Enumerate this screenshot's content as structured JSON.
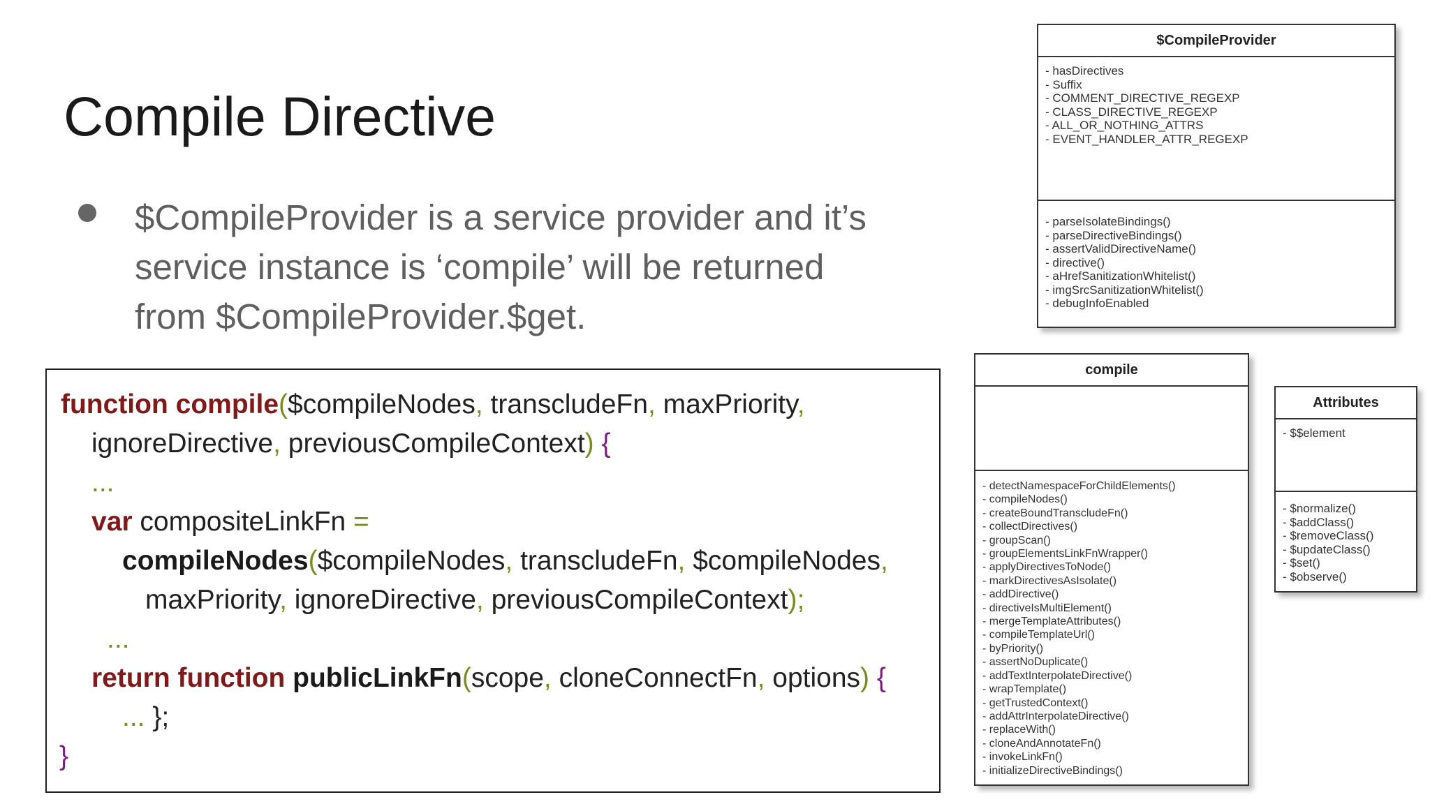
{
  "slide": {
    "title": "Compile Directive",
    "bullet_lines": [
      "$CompileProvider is a service provider and it’s",
      "service instance is ‘compile’ will be returned",
      "from $CompileProvider.$get."
    ]
  },
  "code": {
    "line1": {
      "kw": "function",
      "sp": " ",
      "fn": "compile",
      "p1": "(",
      "a1": "$compileNodes",
      "c1": ", ",
      "a2": "transcludeFn",
      "c2": ", ",
      "a3": "maxPriority",
      "c3": ","
    },
    "line2": {
      "a1": "ignoreDirective",
      "c1": ", ",
      "a2": "previousCompileContext",
      "p1": ")",
      "sp": " ",
      "b1": "{"
    },
    "line3": {
      "dots": "..."
    },
    "line4": {
      "kw": "var",
      "sp": " ",
      "name": "compositeLinkFn",
      "eq": " ="
    },
    "line5": {
      "fn": "compileNodes",
      "p1": "(",
      "a1": "$compileNodes",
      "c1": ", ",
      "a2": "transcludeFn",
      "c2": ", ",
      "a3": "$compileNodes",
      "c3": ","
    },
    "line6": {
      "a1": "maxPriority",
      "c1": ", ",
      "a2": "ignoreDirective",
      "c2": ", ",
      "a3": "previousCompileContext",
      "p1": ");"
    },
    "line7": {
      "dots": "..."
    },
    "line8": {
      "kw": "return function",
      "sp": " ",
      "fn": "publicLinkFn",
      "p1": "(",
      "a1": "scope",
      "c1": ", ",
      "a2": "cloneConnectFn",
      "c2": ", ",
      "a3": "options",
      "p2": ")",
      "sp2": " ",
      "b1": "{"
    },
    "line9": {
      "dots": "... ",
      "rest": "};"
    },
    "line10": {
      "b1": "}"
    }
  },
  "uml": {
    "compile_provider": {
      "name": "$CompileProvider",
      "attributes": [
        "- hasDirectives",
        "- Suffix",
        "- COMMENT_DIRECTIVE_REGEXP",
        "- CLASS_DIRECTIVE_REGEXP",
        "- ALL_OR_NOTHING_ATTRS",
        "- EVENT_HANDLER_ATTR_REGEXP"
      ],
      "methods": [
        "- parseIsolateBindings()",
        "- parseDirectiveBindings()",
        "- assertValidDirectiveName()",
        "- directive()",
        "- aHrefSanitizationWhitelist()",
        "- imgSrcSanitizationWhitelist()",
        "- debugInfoEnabled"
      ]
    },
    "compile": {
      "name": "compile",
      "attributes": [],
      "methods": [
        "- detectNamespaceForChildElements()",
        "- compileNodes()",
        "- createBoundTranscludeFn()",
        "- collectDirectives()",
        "- groupScan()",
        "- groupElementsLinkFnWrapper()",
        "- applyDirectivesToNode()",
        "- markDirectivesAsIsolate()",
        "- addDirective()",
        "- directiveIsMultiElement()",
        "- mergeTemplateAttributes()",
        "- compileTemplateUrl()",
        "- byPriority()",
        "- assertNoDuplicate()",
        "- addTextInterpolateDirective()",
        "- wrapTemplate()",
        "- getTrustedContext()",
        "- addAttrInterpolateDirective()",
        "- replaceWith()",
        "- cloneAndAnnotateFn()",
        "- invokeLinkFn()",
        "- initializeDirectiveBindings()"
      ]
    },
    "attributes_class": {
      "name": "Attributes",
      "attributes": [
        "- $$element"
      ],
      "methods": [
        "- $normalize()",
        "- $addClass()",
        "- $removeClass()",
        "- $updateClass()",
        "- $set()",
        "- $observe()"
      ]
    }
  },
  "colors": {
    "keyword": "#7f1a1a",
    "punctuation": "#7a8c1f",
    "brace": "#7b1f7c",
    "bullet_text": "#5f5f5f"
  }
}
